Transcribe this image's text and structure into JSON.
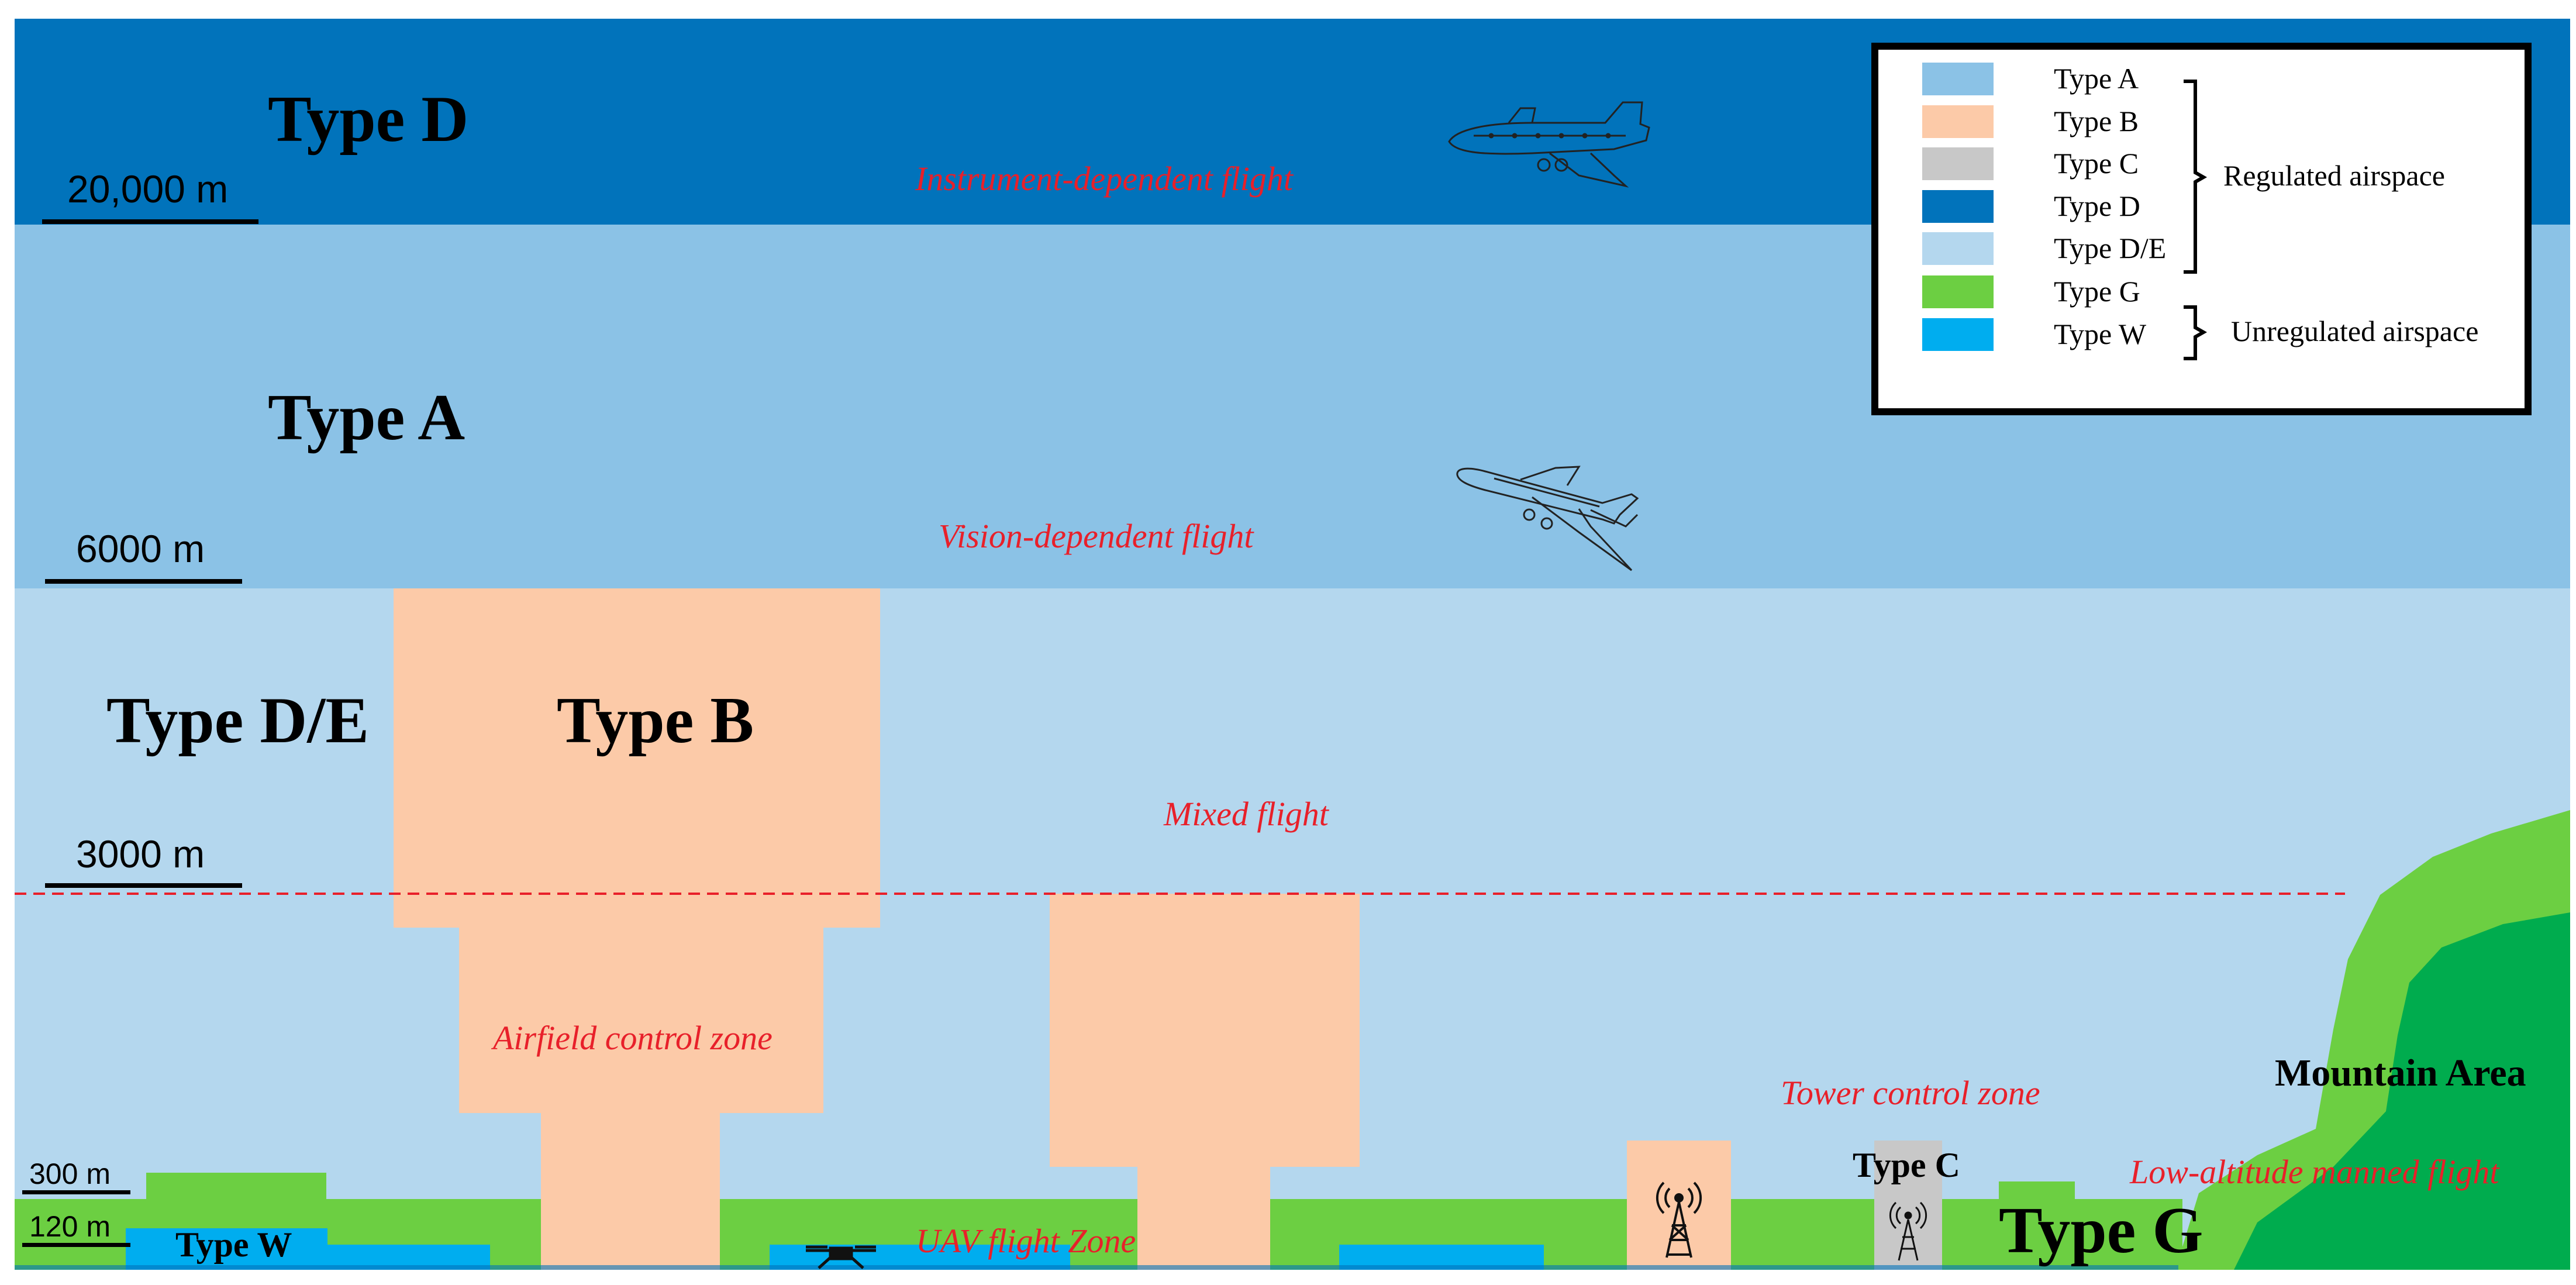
{
  "colors": {
    "type_a": "#8bc2e6",
    "type_b": "#fccaa8",
    "type_c": "#c8c8c8",
    "type_d": "#0173bb",
    "type_de": "#b4d7ee",
    "type_g": "#6ccf42",
    "type_w": "#00adef",
    "mountain_dark": "#00ac4e",
    "note_red": "#e8202a"
  },
  "zones": {
    "type_d": "Type D",
    "type_a": "Type A",
    "type_de": "Type D/E",
    "type_b": "Type B",
    "type_c": "Type C",
    "type_g": "Type G",
    "type_w": "Type W"
  },
  "altitudes": {
    "a20000": "20,000 m",
    "a6000": "6000 m",
    "a3000": "3000 m",
    "a300": "300 m",
    "a120": "120 m"
  },
  "annotations": {
    "instrument": "Instrument-dependent flight",
    "vision": "Vision-dependent flight",
    "mixed": "Mixed flight",
    "airfield": "Airfield control zone",
    "tower": "Tower control zone",
    "low_altitude": "Low-altitude manned flight",
    "uav": "UAV flight Zone",
    "mountain": "Mountain Area"
  },
  "legend": {
    "items": [
      {
        "label": "Type A",
        "color": "#8bc2e6"
      },
      {
        "label": "Type B",
        "color": "#fccaa8"
      },
      {
        "label": "Type C",
        "color": "#c8c8c8"
      },
      {
        "label": "Type D",
        "color": "#0173bb"
      },
      {
        "label": "Type D/E",
        "color": "#b4d7ee"
      },
      {
        "label": "Type G",
        "color": "#6ccf42"
      },
      {
        "label": "Type W",
        "color": "#00adef"
      }
    ],
    "regulated": "Regulated airspace",
    "unregulated": "Unregulated airspace"
  },
  "icons": [
    "jet-airplane-icon",
    "airliner-icon",
    "drone-icon",
    "radio-tower-icon"
  ]
}
